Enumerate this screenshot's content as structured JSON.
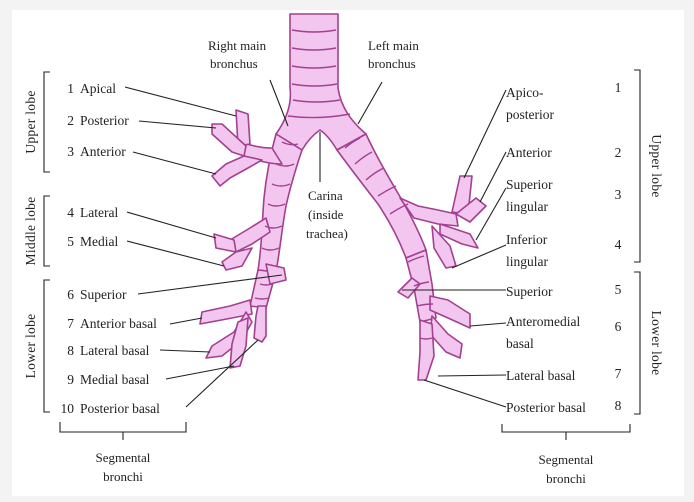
{
  "colors": {
    "airway_fill": "#f2c6ef",
    "airway_stroke": "#a3408f",
    "leader": "#222222",
    "page_bg": "#f3f3f3",
    "panel_bg": "#ffffff"
  },
  "top": {
    "right_main": [
      "Right main",
      "bronchus"
    ],
    "left_main": [
      "Left main",
      "bronchus"
    ],
    "carina": [
      "Carina",
      "(inside",
      "trachea)"
    ]
  },
  "lobes": {
    "left_upper": "Upper lobe",
    "left_middle": "Middle lobe",
    "left_lower": "Lower lobe",
    "right_upper": "Upper lobe",
    "right_lower": "Lower lobe"
  },
  "right_lung": [
    {
      "num": "1",
      "name": "Apical"
    },
    {
      "num": "2",
      "name": "Posterior"
    },
    {
      "num": "3",
      "name": "Anterior"
    },
    {
      "num": "4",
      "name": "Lateral"
    },
    {
      "num": "5",
      "name": "Medial"
    },
    {
      "num": "6",
      "name": "Superior"
    },
    {
      "num": "7",
      "name": "Anterior basal"
    },
    {
      "num": "8",
      "name": "Lateral basal"
    },
    {
      "num": "9",
      "name": "Medial basal"
    },
    {
      "num": "10",
      "name": "Posterior basal"
    }
  ],
  "left_lung": [
    {
      "num": "1",
      "lines": [
        "Apico-",
        "posterior"
      ]
    },
    {
      "num": "2",
      "lines": [
        "Anterior"
      ]
    },
    {
      "num": "3",
      "lines": [
        "Superior",
        "lingular"
      ]
    },
    {
      "num": "4",
      "lines": [
        "Inferior",
        "lingular"
      ]
    },
    {
      "num": "5",
      "lines": [
        "Superior"
      ]
    },
    {
      "num": "6",
      "lines": [
        "Anteromedial",
        "basal"
      ]
    },
    {
      "num": "7",
      "lines": [
        "Lateral basal"
      ]
    },
    {
      "num": "8",
      "lines": [
        "Posterior basal"
      ]
    }
  ],
  "footer": {
    "left": [
      "Segmental",
      "bronchi"
    ],
    "right": [
      "Segmental",
      "bronchi"
    ]
  }
}
